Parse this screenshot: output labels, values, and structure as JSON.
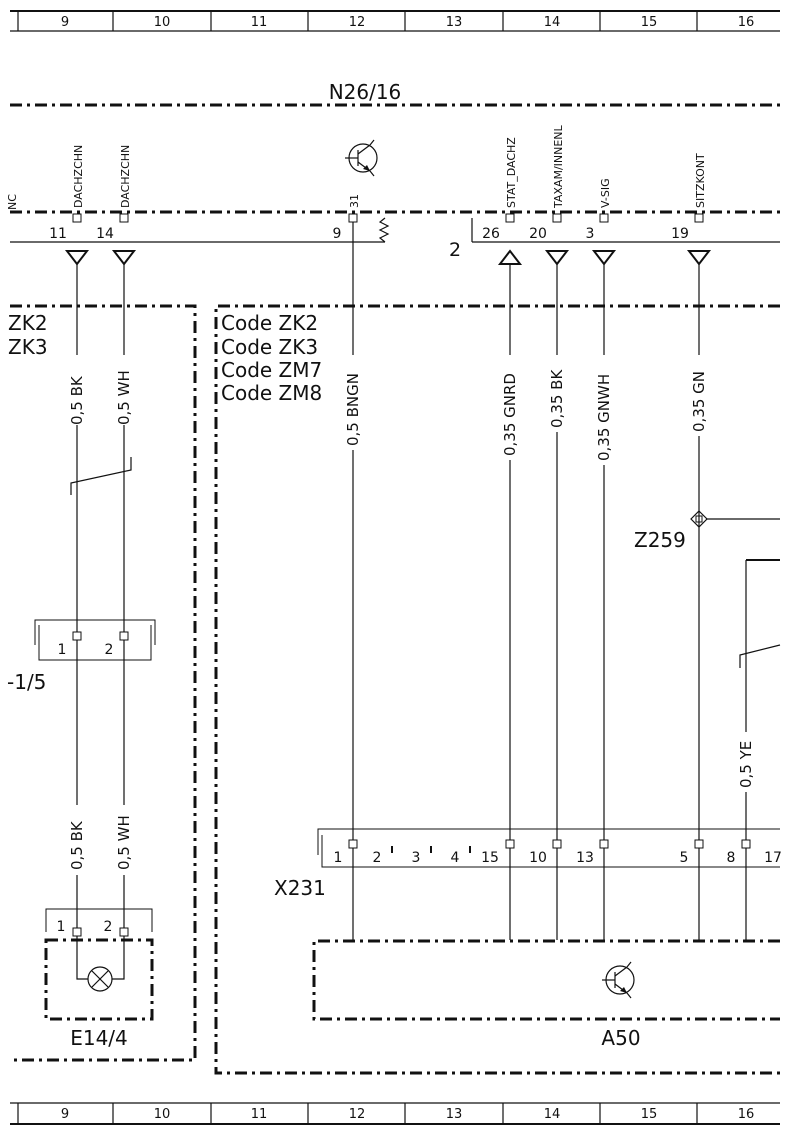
{
  "grid": {
    "columns": [
      "9",
      "10",
      "11",
      "12",
      "13",
      "14",
      "15",
      "16"
    ]
  },
  "components": {
    "n26": "N26/16",
    "z259": "Z259",
    "x231": "X231",
    "e14": "E14/4",
    "a50": "A50",
    "partial_left": "-1/5",
    "zk2_left": "ZK2",
    "zk3_left": "ZK3"
  },
  "codes": [
    "Code ZK2",
    "Code ZK3",
    "Code ZM7",
    "Code ZM8"
  ],
  "n26_pins": [
    {
      "num": "11",
      "signal": "DACHZCHN",
      "wire": "0,5 BK"
    },
    {
      "num": "14",
      "signal": "DACHZCHN",
      "wire": "0,5 WH"
    },
    {
      "num": "9",
      "signal": "31",
      "wire": "0,5 BNGN"
    },
    {
      "num": "26",
      "signal": "STAT_DACHZ",
      "wire": "0,35 GNRD"
    },
    {
      "num": "20",
      "signal": "TAXAM/INNENL",
      "wire": "0,35 BK"
    },
    {
      "num": "3",
      "signal": "V-SIG",
      "wire": "0,35 GNWH"
    },
    {
      "num": "19",
      "signal": "SITZKONT",
      "wire": "0,35 GN"
    }
  ],
  "n26_extra": {
    "connector": "2",
    "partial_signal": "NC"
  },
  "connector_mid": {
    "pins": [
      "1",
      "2"
    ]
  },
  "lower_wires": [
    "0,5 BK",
    "0,5 WH"
  ],
  "ye_wire": "0,5 YE",
  "x231_pins": [
    "1",
    "2",
    "3",
    "4",
    "15",
    "10",
    "13",
    "5",
    "8",
    "17"
  ],
  "e14_pins": [
    "1",
    "2"
  ]
}
